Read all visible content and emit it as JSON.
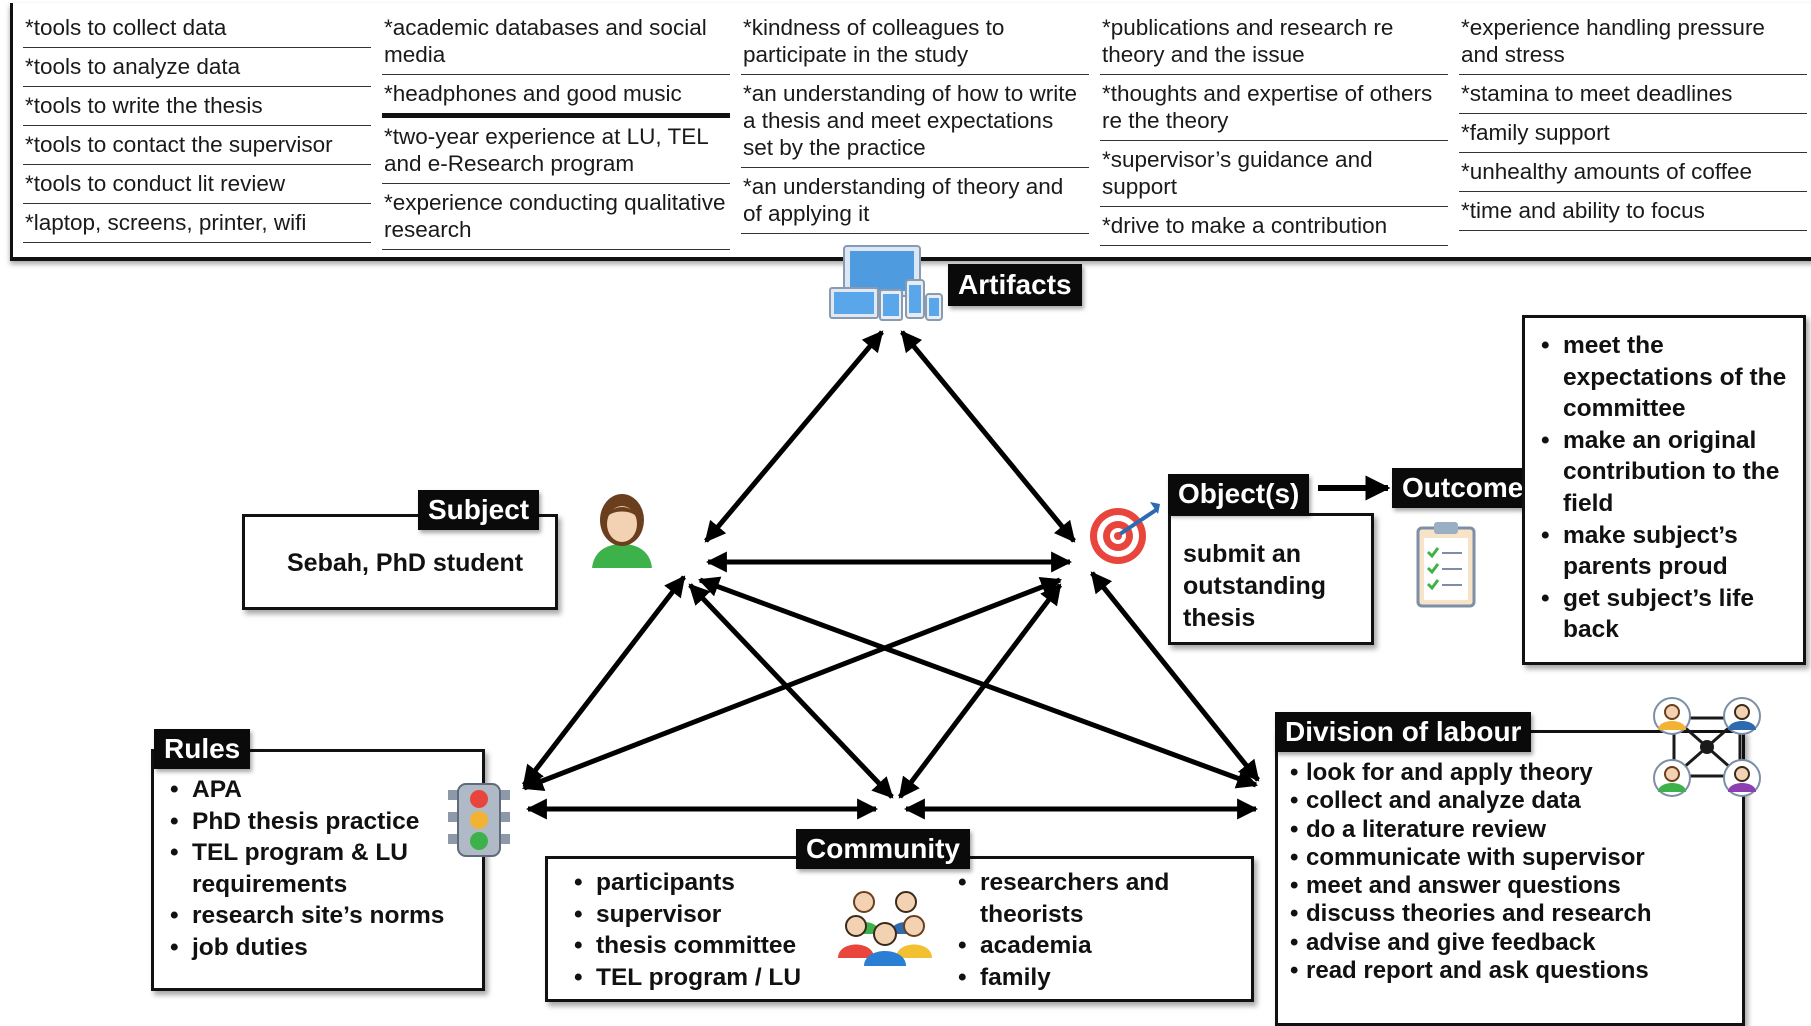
{
  "artifacts_table": {
    "columns": [
      [
        "*tools to collect data",
        "*tools to analyze data",
        "*tools to write the thesis",
        "*tools to contact the supervisor",
        "*tools to conduct lit review",
        "*laptop, screens, printer, wifi"
      ],
      [
        "*academic databases and social media",
        "*headphones and good music",
        "*two-year experience at LU, TEL and e-Research program",
        "*experience conducting qualitative research"
      ],
      [
        "*kindness of colleagues to participate in the study",
        "*an understanding of how to write a thesis and meet expectations set by the practice",
        "*an understanding of theory and of applying it"
      ],
      [
        "*publications and research re theory and the issue",
        "*thoughts and expertise of others re the theory",
        "*supervisor’s guidance and support",
        "*drive to make a contribution"
      ],
      [
        "*experience handling pressure and stress",
        "*stamina to meet deadlines",
        "*family support",
        "*unhealthy amounts of coffee",
        "*time and ability to focus"
      ]
    ]
  },
  "artifacts": {
    "label": "Artifacts"
  },
  "subject": {
    "label": "Subject",
    "text": "Sebah, PhD student"
  },
  "objects": {
    "label": "Object(s)",
    "text": "submit an outstanding thesis"
  },
  "outcomes": {
    "label": "Outcomes",
    "items": [
      "meet the expectations of the committee",
      "make an original contribution to the field",
      "make subject’s parents proud",
      "get subject’s life back"
    ]
  },
  "rules": {
    "label": "Rules",
    "items": [
      "APA",
      "PhD thesis practice",
      "TEL program & LU requirements",
      "research site’s norms",
      "job duties"
    ]
  },
  "community": {
    "label": "Community",
    "left_items": [
      "participants",
      "supervisor",
      "thesis committee",
      "TEL program / LU"
    ],
    "right_items": [
      "researchers and theorists",
      "academia",
      "family"
    ]
  },
  "division": {
    "label": "Division of labour",
    "items": [
      "look for and apply theory",
      "collect and analyze data",
      "do a literature review",
      "communicate with supervisor",
      "meet and answer questions",
      "discuss theories and research",
      "advise and give feedback",
      "read report and ask questions"
    ]
  },
  "icons": [
    "devices-icon",
    "person-icon",
    "target-icon",
    "clipboard-icon",
    "traffic-light-icon",
    "people-group-icon",
    "network-icon"
  ]
}
